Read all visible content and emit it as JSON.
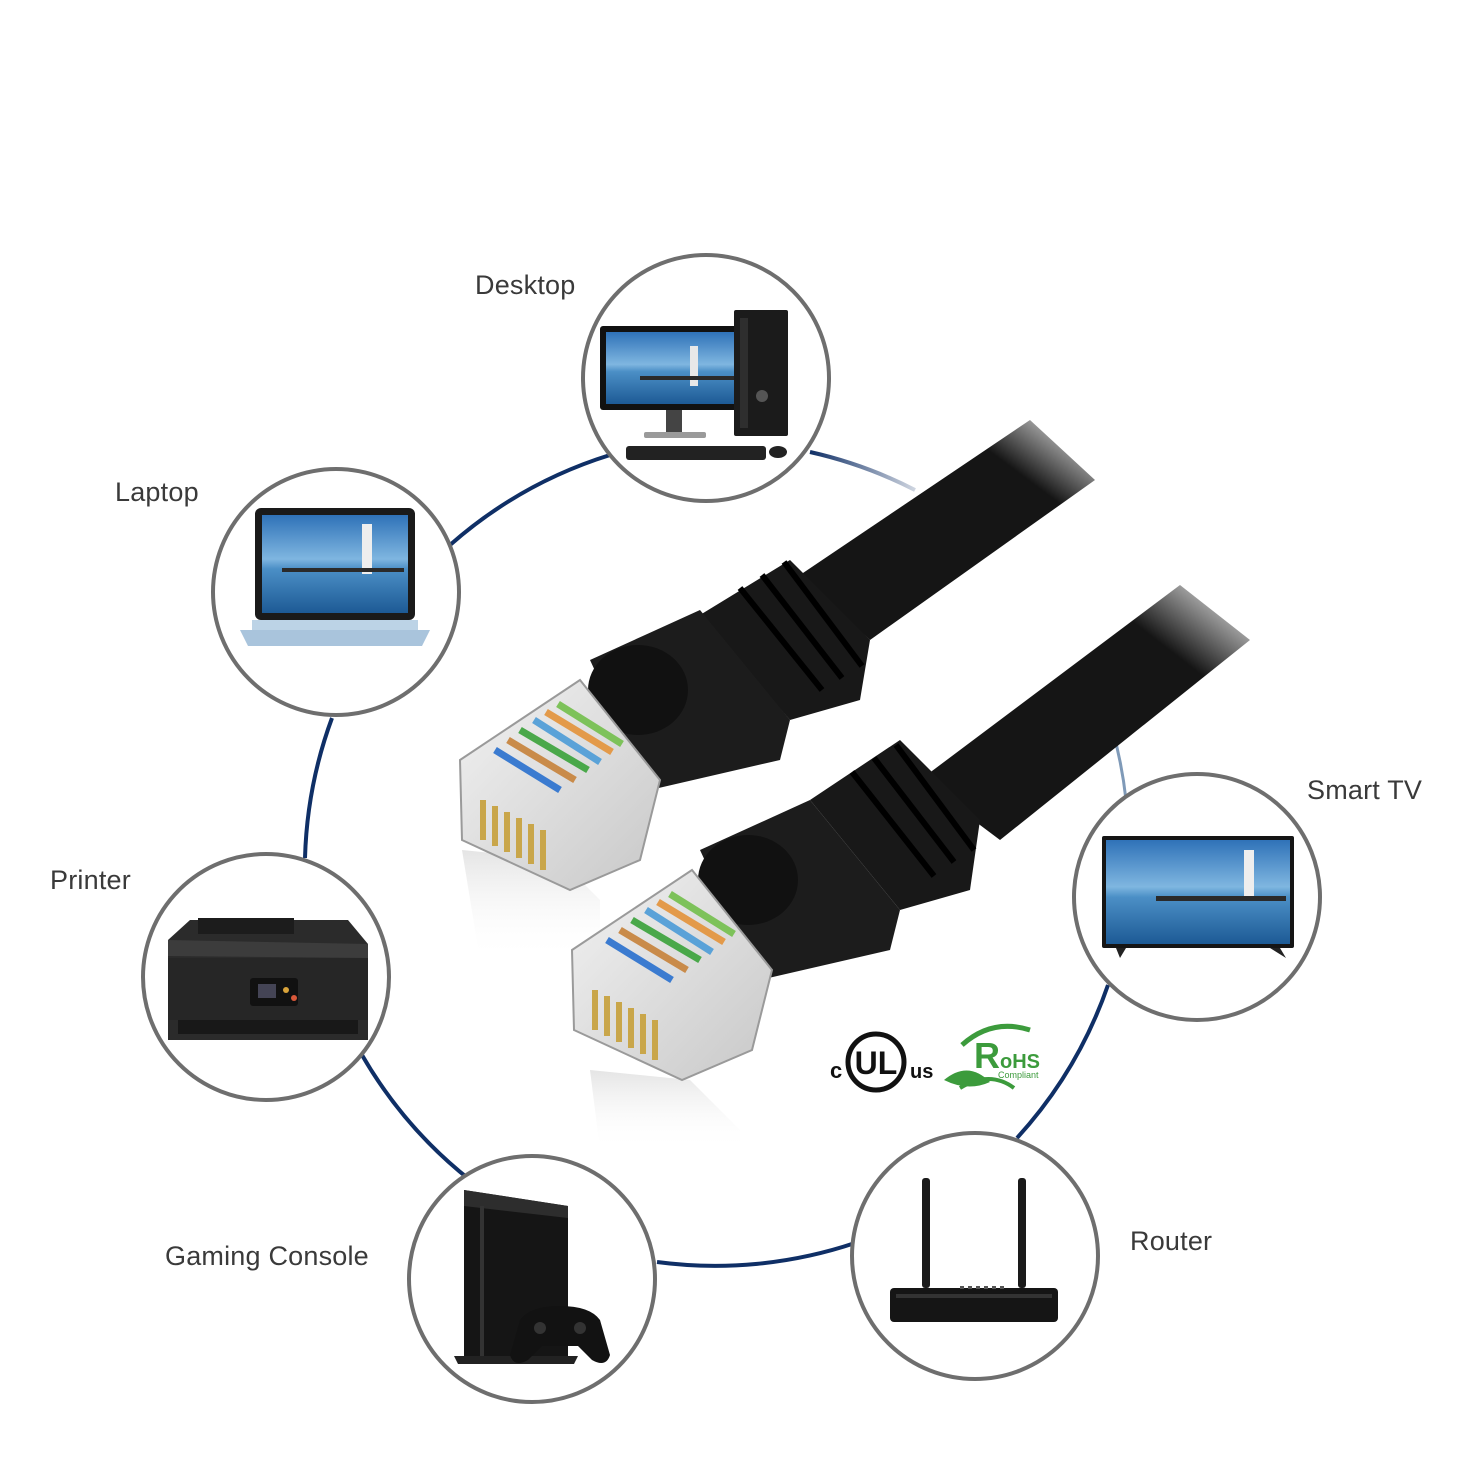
{
  "devices": {
    "desktop": "Desktop",
    "laptop": "Laptop",
    "printer": "Printer",
    "gaming_console": "Gaming Console",
    "router": "Router",
    "smart_tv": "Smart TV"
  },
  "certifications": {
    "ul": {
      "left": "c",
      "center": "UL",
      "right": "us"
    },
    "rohs": {
      "letter": "R",
      "text": "oHS",
      "sub": "Compliant"
    }
  },
  "colors": {
    "ring": "#0f2f66",
    "circle_border": "#6e6e6e",
    "cable": "#141414",
    "screen_sky": "#3f86c9",
    "rohs_green": "#3c9b3c"
  },
  "icons": [
    "desktop-icon",
    "laptop-icon",
    "printer-icon",
    "gaming-console-icon",
    "router-icon",
    "smart-tv-icon",
    "ethernet-cable-icon",
    "ul-mark-icon",
    "rohs-mark-icon"
  ]
}
